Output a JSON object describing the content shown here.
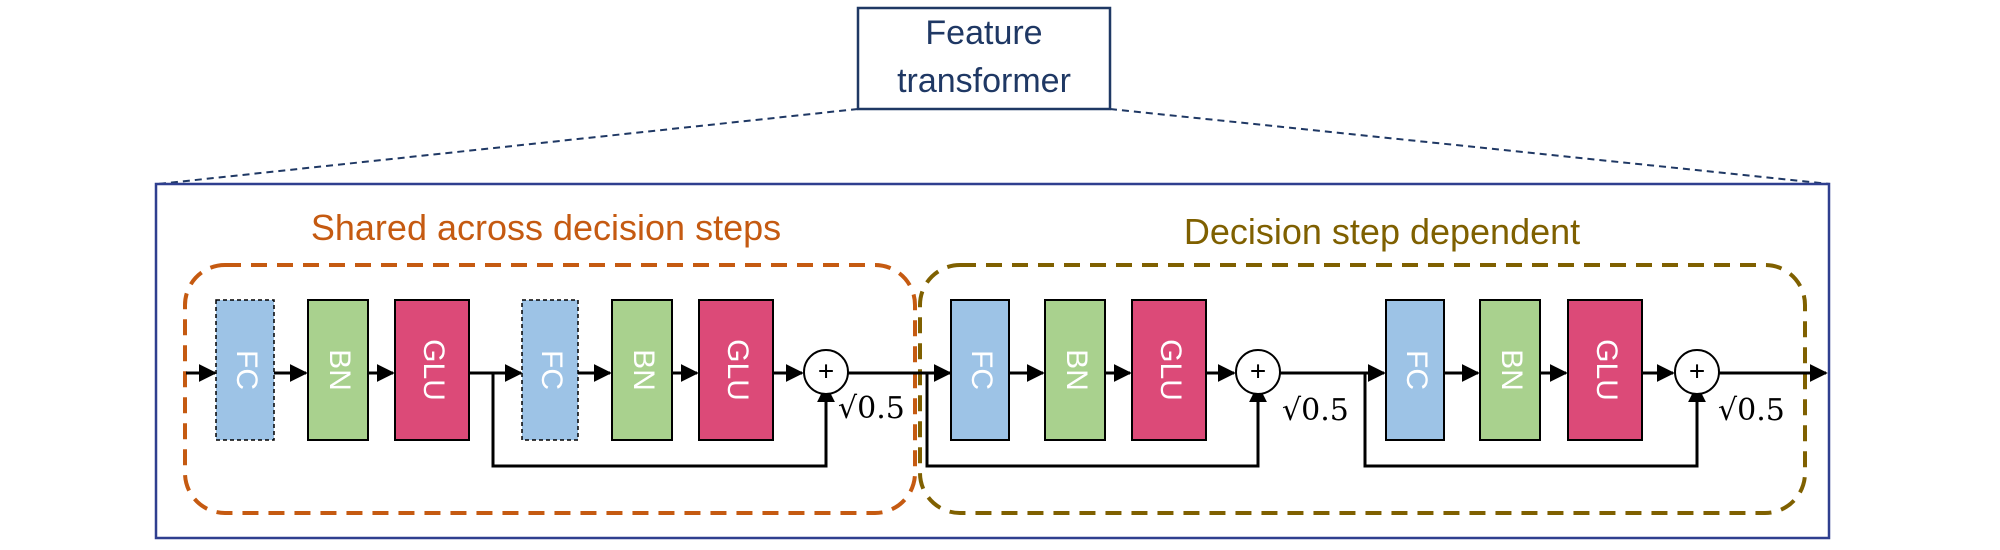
{
  "title_box": {
    "line1": "Feature",
    "line2": "transformer"
  },
  "groups": {
    "shared": {
      "label": "Shared across decision steps"
    },
    "dependent": {
      "label": "Decision step dependent"
    }
  },
  "block_labels": {
    "fc": "FC",
    "bn": "BN",
    "glu": "GLU"
  },
  "adder_symbol": "+",
  "scale_label": "√0.5",
  "colors": {
    "fc": "#9dc3e6",
    "bn": "#a9d18e",
    "glu": "#dc4a78",
    "shared_group": "#c55a11",
    "dependent_group": "#7f6000",
    "frame": "#2f3f8f",
    "title_text": "#1f3864"
  }
}
